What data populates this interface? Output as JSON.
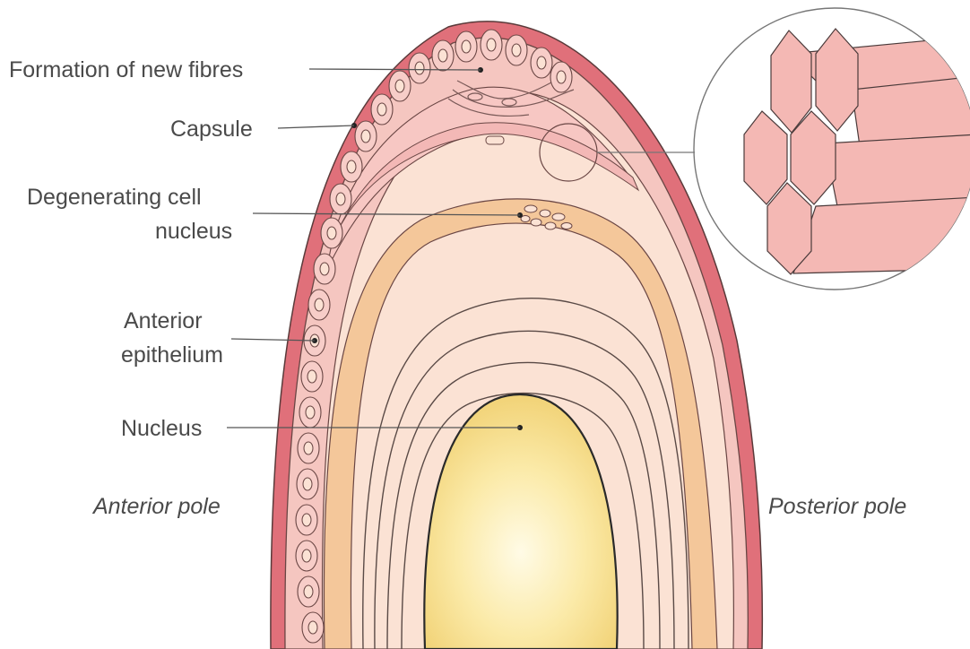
{
  "labels": {
    "formation": "Formation of new fibres",
    "capsule": "Capsule",
    "degenerating_1": "Degenerating cell",
    "degenerating_2": "nucleus",
    "anterior_1": "Anterior",
    "anterior_2": "epithelium",
    "nucleus": "Nucleus",
    "anterior_pole": "Anterior pole",
    "posterior_pole": "Posterior pole"
  },
  "colors": {
    "capsule": "#e0707a",
    "epithelium": "#f5c2bd",
    "cortex": "#fbe1d2",
    "orange_band": "#f4c79a",
    "nucleus_center": "#fff9df",
    "nucleus_edge": "#f5dd8a",
    "fibre": "#f4b8b4"
  }
}
